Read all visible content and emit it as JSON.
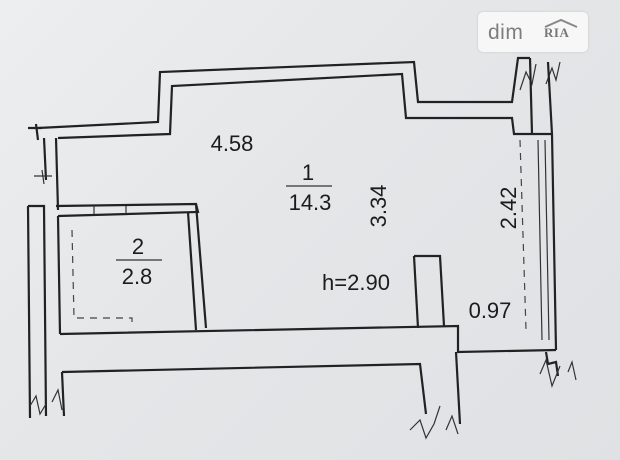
{
  "logo": {
    "text_dim": "dim",
    "text_ria": "RIA",
    "icon": "house-roof-icon"
  },
  "rooms": [
    {
      "number": "1",
      "area": "14.3"
    },
    {
      "number": "2",
      "area": "2.8"
    }
  ],
  "dimensions": {
    "top_width": "4.58",
    "room_height_side": "3.34",
    "balcony_width": "2.42",
    "ceiling_height": "h=2.90",
    "balcony_depth": "0.97"
  }
}
